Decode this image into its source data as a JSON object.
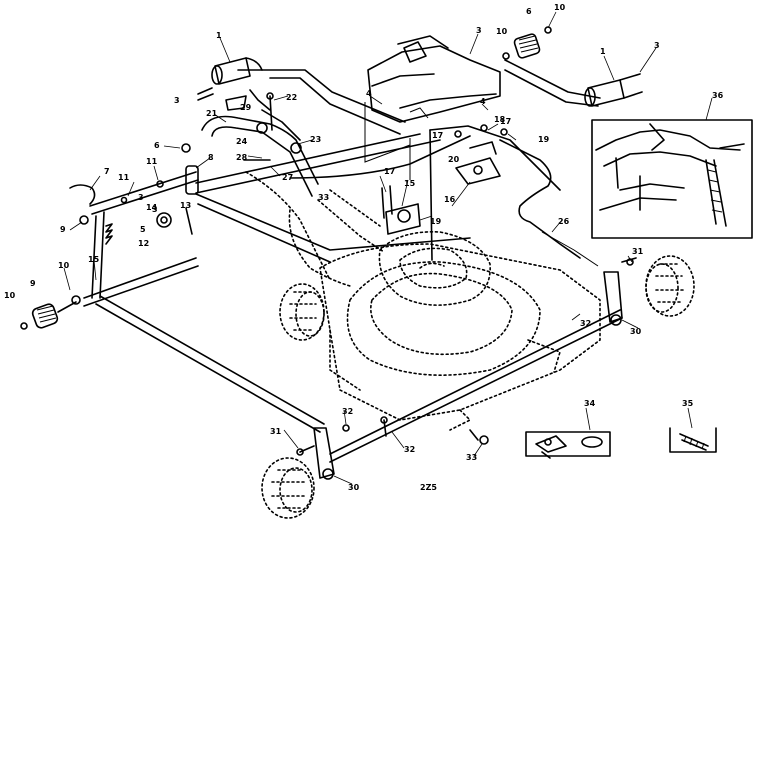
{
  "diagram": {
    "callouts": [
      {
        "id": "c1a",
        "text": "1"
      },
      {
        "id": "c1b",
        "text": "1"
      },
      {
        "id": "c3a",
        "text": "3"
      },
      {
        "id": "c3b",
        "text": "3"
      },
      {
        "id": "c3c",
        "text": "3"
      },
      {
        "id": "c3d",
        "text": "3"
      },
      {
        "id": "c3e",
        "text": "3"
      },
      {
        "id": "c4a",
        "text": "4"
      },
      {
        "id": "c4b",
        "text": "4"
      },
      {
        "id": "c5",
        "text": "5"
      },
      {
        "id": "c6",
        "text": "6"
      },
      {
        "id": "c6b",
        "text": "6"
      },
      {
        "id": "c7",
        "text": "7"
      },
      {
        "id": "c8",
        "text": "8"
      },
      {
        "id": "c9",
        "text": "9"
      },
      {
        "id": "c9b",
        "text": "9"
      },
      {
        "id": "c10a",
        "text": "10"
      },
      {
        "id": "c10b",
        "text": "10"
      },
      {
        "id": "c10c",
        "text": "10"
      },
      {
        "id": "c10d",
        "text": "10"
      },
      {
        "id": "c11a",
        "text": "11"
      },
      {
        "id": "c11b",
        "text": "11"
      },
      {
        "id": "c12",
        "text": "12"
      },
      {
        "id": "c13",
        "text": "13"
      },
      {
        "id": "c14",
        "text": "14"
      },
      {
        "id": "c15a",
        "text": "15"
      },
      {
        "id": "c15b",
        "text": "15"
      },
      {
        "id": "c16",
        "text": "16"
      },
      {
        "id": "c17a",
        "text": "17"
      },
      {
        "id": "c17b",
        "text": "17"
      },
      {
        "id": "c17c",
        "text": "17"
      },
      {
        "id": "c18",
        "text": "18"
      },
      {
        "id": "c19a",
        "text": "19"
      },
      {
        "id": "c19b",
        "text": "19"
      },
      {
        "id": "c20",
        "text": "20"
      },
      {
        "id": "c21",
        "text": "21"
      },
      {
        "id": "c22",
        "text": "22"
      },
      {
        "id": "c23",
        "text": "23"
      },
      {
        "id": "c24",
        "text": "24"
      },
      {
        "id": "c26",
        "text": "26"
      },
      {
        "id": "c27",
        "text": "27"
      },
      {
        "id": "c28",
        "text": "28"
      },
      {
        "id": "c29",
        "text": "29"
      },
      {
        "id": "c30a",
        "text": "30"
      },
      {
        "id": "c30b",
        "text": "30"
      },
      {
        "id": "c31a",
        "text": "31"
      },
      {
        "id": "c31b",
        "text": "31"
      },
      {
        "id": "c32a",
        "text": "32"
      },
      {
        "id": "c32b",
        "text": "32"
      },
      {
        "id": "c32c",
        "text": "32"
      },
      {
        "id": "c33a",
        "text": "33"
      },
      {
        "id": "c33b",
        "text": "33"
      },
      {
        "id": "c34",
        "text": "34"
      },
      {
        "id": "c35",
        "text": "35"
      },
      {
        "id": "c36",
        "text": "36"
      }
    ],
    "ref_code": "2Z5"
  },
  "colors": {
    "ink": "#000000",
    "paper": "#ffffff"
  }
}
